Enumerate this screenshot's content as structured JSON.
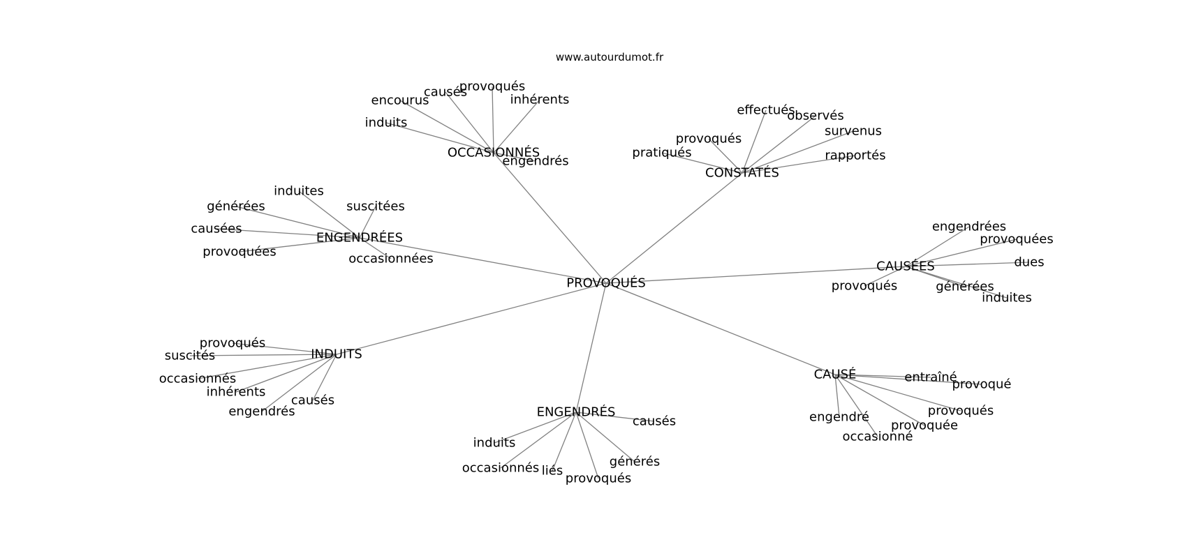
{
  "header": {
    "site": "www.autourdumot.fr"
  },
  "graph": {
    "root": {
      "id": "provoques",
      "label": "PROVOQUÉS"
    },
    "hubs": [
      {
        "id": "occasionnes",
        "label": "OCCASIONNÉS",
        "leaves": [
          {
            "id": "induits",
            "label": "induits"
          },
          {
            "id": "encourus",
            "label": "encourus"
          },
          {
            "id": "causes",
            "label": "causés"
          },
          {
            "id": "provoques",
            "label": "provoqués"
          },
          {
            "id": "inherents",
            "label": "inhérents"
          },
          {
            "id": "engendres",
            "label": "engendrés"
          }
        ]
      },
      {
        "id": "constates",
        "label": "CONSTATÉS",
        "leaves": [
          {
            "id": "pratiques",
            "label": "pratiqués"
          },
          {
            "id": "provoques",
            "label": "provoqués"
          },
          {
            "id": "effectues",
            "label": "effectués"
          },
          {
            "id": "observes",
            "label": "observés"
          },
          {
            "id": "survenus",
            "label": "survenus"
          },
          {
            "id": "rapportes",
            "label": "rapportés"
          }
        ]
      },
      {
        "id": "engendrees",
        "label": "ENGENDRÉES",
        "leaves": [
          {
            "id": "induites",
            "label": "induites"
          },
          {
            "id": "generees",
            "label": "générées"
          },
          {
            "id": "suscitees",
            "label": "suscitées"
          },
          {
            "id": "causees",
            "label": "causées"
          },
          {
            "id": "provoquees",
            "label": "provoquées"
          },
          {
            "id": "occasionnees",
            "label": "occasionnées"
          }
        ]
      },
      {
        "id": "causees",
        "label": "CAUSÉES",
        "leaves": [
          {
            "id": "engendrees",
            "label": "engendrées"
          },
          {
            "id": "provoquees",
            "label": "provoquées"
          },
          {
            "id": "dues",
            "label": "dues"
          },
          {
            "id": "provoques",
            "label": "provoqués"
          },
          {
            "id": "generees",
            "label": "générées"
          },
          {
            "id": "induites",
            "label": "induites"
          }
        ]
      },
      {
        "id": "induits",
        "label": "INDUITS",
        "leaves": [
          {
            "id": "provoques",
            "label": "provoqués"
          },
          {
            "id": "suscites",
            "label": "suscités"
          },
          {
            "id": "occasionnes",
            "label": "occasionnés"
          },
          {
            "id": "inherents",
            "label": "inhérents"
          },
          {
            "id": "causes",
            "label": "causés"
          },
          {
            "id": "engendres",
            "label": "engendrés"
          }
        ]
      },
      {
        "id": "engendres",
        "label": "ENGENDRÉS",
        "leaves": [
          {
            "id": "causes",
            "label": "causés"
          },
          {
            "id": "induits",
            "label": "induits"
          },
          {
            "id": "occasionnes",
            "label": "occasionnés"
          },
          {
            "id": "lies",
            "label": "liés"
          },
          {
            "id": "provoques",
            "label": "provoqués"
          },
          {
            "id": "generes",
            "label": "générés"
          }
        ]
      },
      {
        "id": "cause",
        "label": "CAUSÉ",
        "leaves": [
          {
            "id": "entraine",
            "label": "entraîné"
          },
          {
            "id": "provoque",
            "label": "provoqué"
          },
          {
            "id": "provoques",
            "label": "provoqués"
          },
          {
            "id": "engendre",
            "label": "engendré"
          },
          {
            "id": "provoquee",
            "label": "provoquée"
          },
          {
            "id": "occasionne",
            "label": "occasionné"
          }
        ]
      }
    ]
  }
}
